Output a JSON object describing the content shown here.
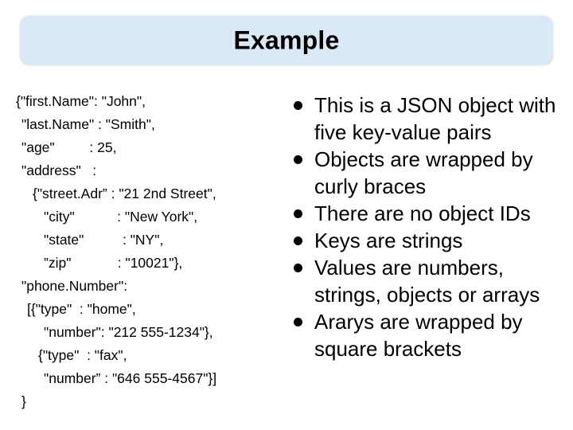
{
  "slide": {
    "title": "Example"
  },
  "code": {
    "lines": [
      "{\"first.Name\": \"John\",",
      "\"last.Name\" : \"Smith\",",
      "\"age\"         : 25,",
      "\"address\"   :",
      "{\"street.Adr” : \"21 2nd Street\",",
      "\"city\"           : \"New York\",",
      "\"state\"          : \"NY\",",
      "”zip\"            : \"10021\"},",
      "\"phone.Number\":",
      "[{\"type\"  : \"home\",",
      "\"number\": \"212 555-1234\"},",
      "{\"type\"  : \"fax\",",
      "\"number” : \"646 555-4567\"}]",
      "}"
    ]
  },
  "bullets": {
    "items": [
      "This is a JSON object with five key-value pairs",
      "Objects are wrapped by curly braces",
      "There are no object IDs",
      "Keys are strings",
      "Values are numbers, strings, objects or arrays",
      "Ararys are wrapped by square brackets"
    ]
  }
}
